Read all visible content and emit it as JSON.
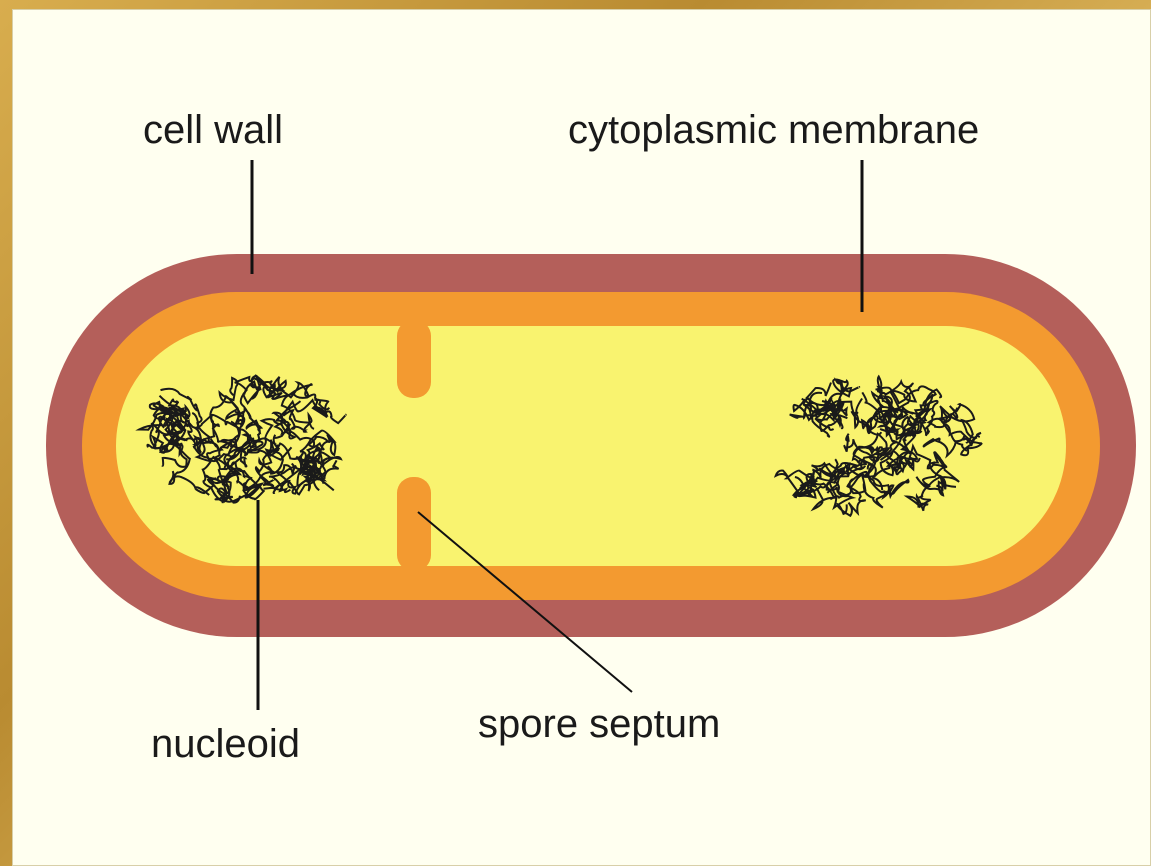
{
  "diagram": {
    "labels": {
      "cell_wall": "cell wall",
      "cytoplasmic_membrane": "cytoplasmic membrane",
      "nucleoid": "nucleoid",
      "spore_septum": "spore septum"
    },
    "colors": {
      "frame": "#c79a3c",
      "background": "#fffff0",
      "cell_wall": "#b45f5a",
      "membrane": "#f39a30",
      "cytoplasm": "#f9f36f",
      "dna": "#1a1a1a"
    }
  }
}
